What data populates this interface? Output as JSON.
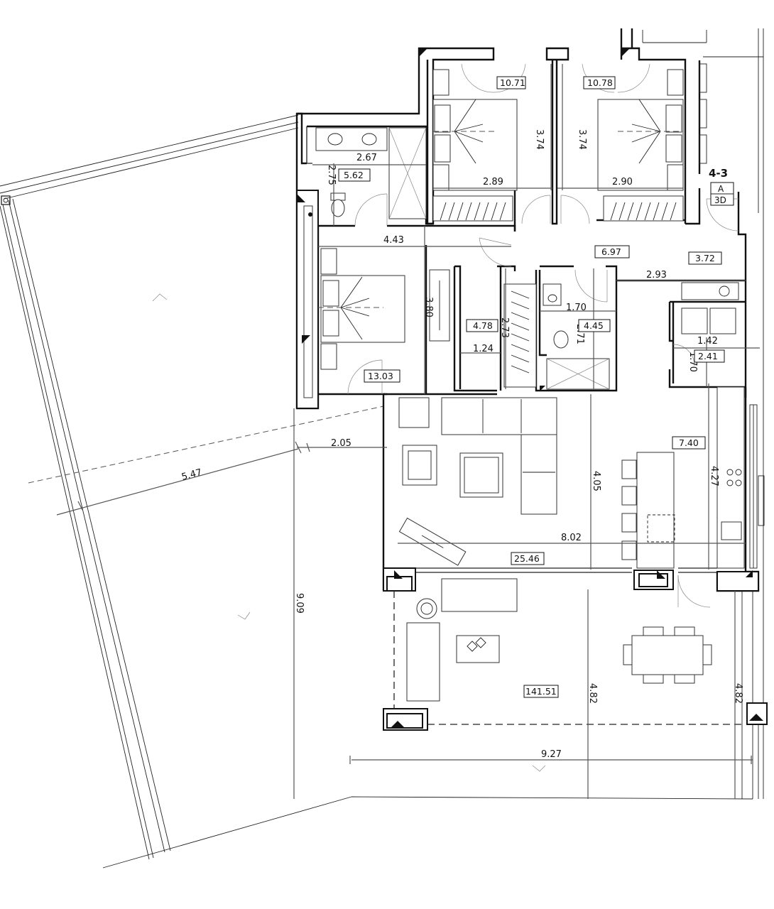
{
  "plan": {
    "unit_tag": {
      "label": "4-3",
      "type": "A",
      "variant": "3D"
    },
    "dimensions": [
      "2.67",
      "2.75",
      "3.74",
      "3.74",
      "2.89",
      "2.90",
      "4.43",
      "3.80",
      "2.73",
      "1.70",
      "2.71",
      "2.93",
      "1.24",
      "1.42",
      "1.70",
      "2.05",
      "5.47",
      "4.05",
      "4.27",
      "8.02",
      "9.09",
      "4.82",
      "4.82",
      "9.27"
    ],
    "room_areas": [
      "10.71",
      "10.78",
      "5.62",
      "6.97",
      "3.72",
      "4.78",
      "4.45",
      "2.41",
      "13.03",
      "7.40",
      "25.46",
      "141.51"
    ]
  }
}
